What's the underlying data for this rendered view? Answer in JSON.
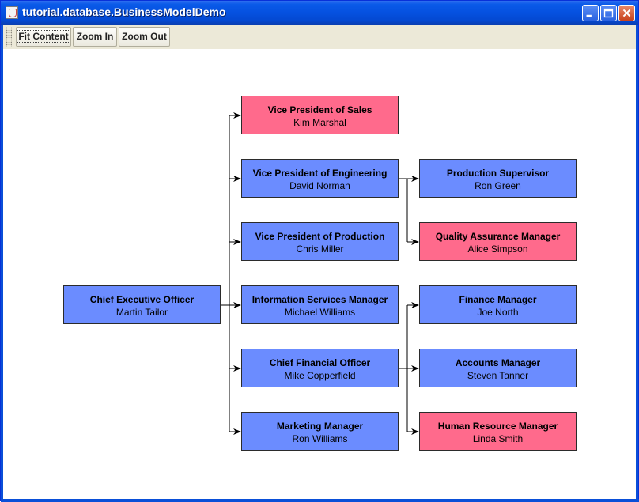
{
  "window": {
    "title": "tutorial.database.BusinessModelDemo"
  },
  "toolbar": {
    "buttons": [
      {
        "label": "Fit Content"
      },
      {
        "label": "Zoom In"
      },
      {
        "label": "Zoom Out"
      }
    ]
  },
  "colors": {
    "node_default": "#6b8cff",
    "node_highlight": "#ff6a8c",
    "edge": "#000000"
  },
  "org_chart": {
    "ceo": {
      "role": "Chief Executive Officer",
      "name": "Martin Tailor",
      "highlight": false
    },
    "level1": [
      {
        "role": "Vice President of Sales",
        "name": "Kim Marshal",
        "highlight": true
      },
      {
        "role": "Vice President of Engineering",
        "name": "David Norman",
        "highlight": false
      },
      {
        "role": "Vice President of Production",
        "name": "Chris Miller",
        "highlight": false
      },
      {
        "role": "Information Services Manager",
        "name": "Michael Williams",
        "highlight": false
      },
      {
        "role": "Chief Financial Officer",
        "name": "Mike Copperfield",
        "highlight": false
      },
      {
        "role": "Marketing Manager",
        "name": "Ron Williams",
        "highlight": false
      }
    ],
    "level2": [
      {
        "role": "Production Supervisor",
        "name": "Ron Green",
        "highlight": false,
        "reports_to": "Vice President of Engineering"
      },
      {
        "role": "Quality Assurance Manager",
        "name": "Alice Simpson",
        "highlight": true,
        "reports_to": "Vice President of Engineering"
      },
      {
        "role": "Finance Manager",
        "name": "Joe North",
        "highlight": false,
        "reports_to": "Chief Financial Officer"
      },
      {
        "role": "Accounts Manager",
        "name": "Steven Tanner",
        "highlight": false,
        "reports_to": "Chief Financial Officer"
      },
      {
        "role": "Human Resource Manager",
        "name": "Linda Smith",
        "highlight": true,
        "reports_to": "Chief Financial Officer"
      }
    ]
  }
}
